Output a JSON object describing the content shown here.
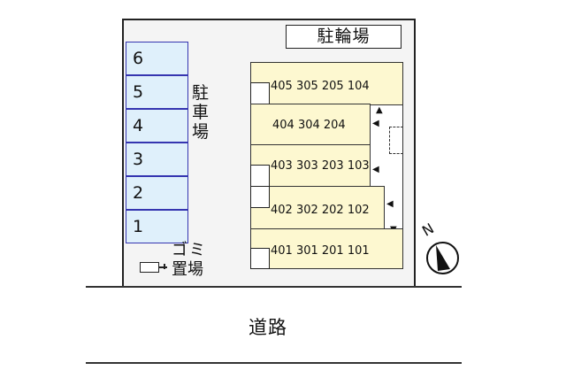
{
  "bicycle_parking": {
    "label": "駐輪場"
  },
  "parking": {
    "label_chars": [
      "駐",
      "車",
      "場"
    ],
    "spaces": [
      "6",
      "5",
      "4",
      "3",
      "2",
      "1"
    ]
  },
  "garbage": {
    "line1": "ゴミ",
    "line2": "置場"
  },
  "building": {
    "rows": [
      {
        "units": "405 305 205 104"
      },
      {
        "units": "404 304 204"
      },
      {
        "units": "403 303 203 103"
      },
      {
        "units": "402 302 202 102"
      },
      {
        "units": "401 301 201 101"
      }
    ],
    "colors": {
      "fill": "#fdf8d0",
      "border": "#333333"
    }
  },
  "road": {
    "label": "道路"
  },
  "compass": {
    "label": "N"
  },
  "colors": {
    "parking_fill": "#dff0fb",
    "parking_border": "#3535b0",
    "lot_fill": "#f4f4f4"
  }
}
